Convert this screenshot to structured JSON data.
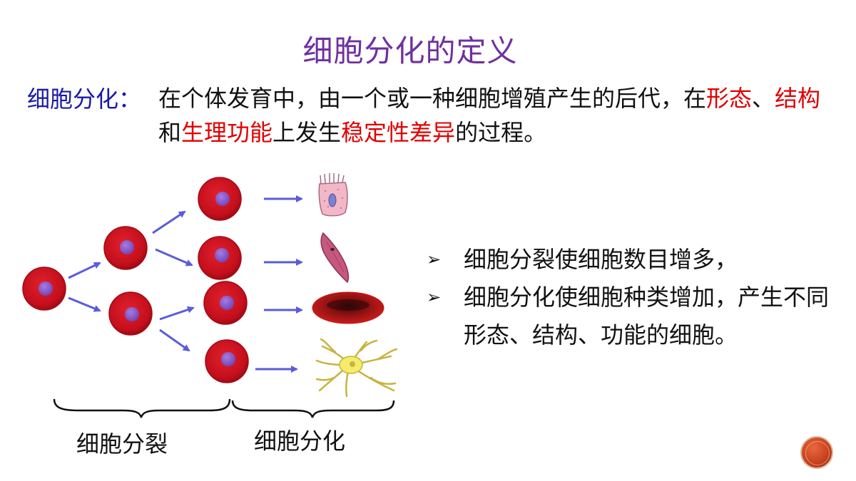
{
  "title": "细胞分化的定义",
  "term": "细胞分化：",
  "definition": {
    "part1": "在个体发育中，由一个或一种细胞增殖产生的后代，在",
    "hl1": "形态",
    "part2": "、",
    "hl2": "结构",
    "part3": "和",
    "hl3": "生理功能",
    "part4": "上发生",
    "hl4": "稳定性差异",
    "part5": "的过程。"
  },
  "bullets": [
    {
      "mark": "➢",
      "text": "细胞分裂使细胞数目增多，"
    },
    {
      "mark": "➢",
      "text": "细胞分化使细胞种类增加，产生不同形态、结构、功能的细胞。"
    }
  ],
  "labels": {
    "division": "细胞分裂",
    "differentiation": "细胞分化"
  },
  "colors": {
    "title": "#7030a0",
    "term": "#1a1aa8",
    "highlight": "#e00000",
    "cell": "#c8101e",
    "nucleus": "#8a5cc8",
    "arrow": "#5b5bdc"
  },
  "icons": {
    "bullet": "arrowhead-bullet-icon",
    "nav": "next-slide-button"
  }
}
